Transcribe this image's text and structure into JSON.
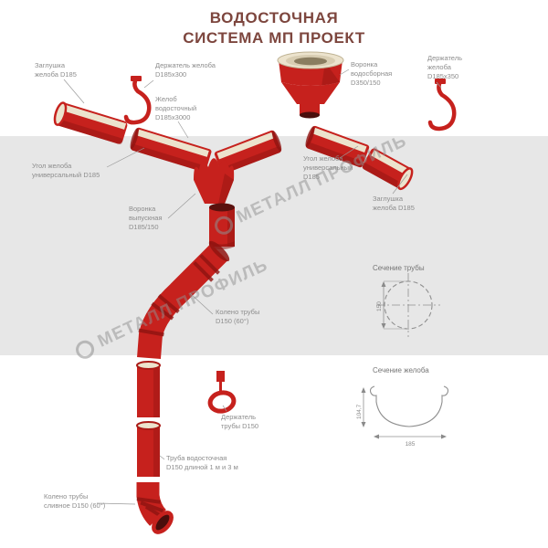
{
  "title": {
    "line1": "ВОДОСТОЧНАЯ",
    "line2": "СИСТЕМА МП ПРОЕКТ"
  },
  "watermark": {
    "text": "МЕТАЛЛ ПРОФИЛЬ"
  },
  "labels": {
    "end_cap_left": "Заглушка\nжелоба D185",
    "gutter_holder_300": "Держатель желоба\nD185х300",
    "collector_funnel": "Воронка\nводосборная\nD350/150",
    "gutter_holder_350": "Держатель\nжелоба\nD185х350",
    "gutter_main": "Желоб\nводосточный\nD185х3000",
    "corner_left": "Угол желоба\nуниверсальный D185",
    "corner_right": "Угол желоба\nуниверсальный\nD185",
    "end_cap_right": "Заглушка\nжелоба D185",
    "outlet_funnel": "Воронка\nвыпускная\nD185/150",
    "pipe_elbow": "Колено трубы\nD150 (60°)",
    "section_pipe": "Сечение трубы",
    "section_gutter": "Сечение желоба",
    "pipe_holder": "Держатель\nтрубы D150",
    "downpipe": "Труба водосточная\nD150 длиной 1 м и 3 м",
    "drain_elbow": "Колено трубы\nсливное D150 (60°)"
  },
  "dimensions": {
    "pipe_diameter": "150",
    "gutter_width": "185",
    "gutter_height": "104,7"
  },
  "colors": {
    "component_red": "#c6211d",
    "component_dark": "#8f1411",
    "cream": "#ece3cd",
    "band_gray": "#e7e7e7",
    "label_gray": "#8d8d8d",
    "title_color": "#7d463e",
    "watermark_gray": "#8f8f8f",
    "dark_opening": "#4a0e0c"
  }
}
